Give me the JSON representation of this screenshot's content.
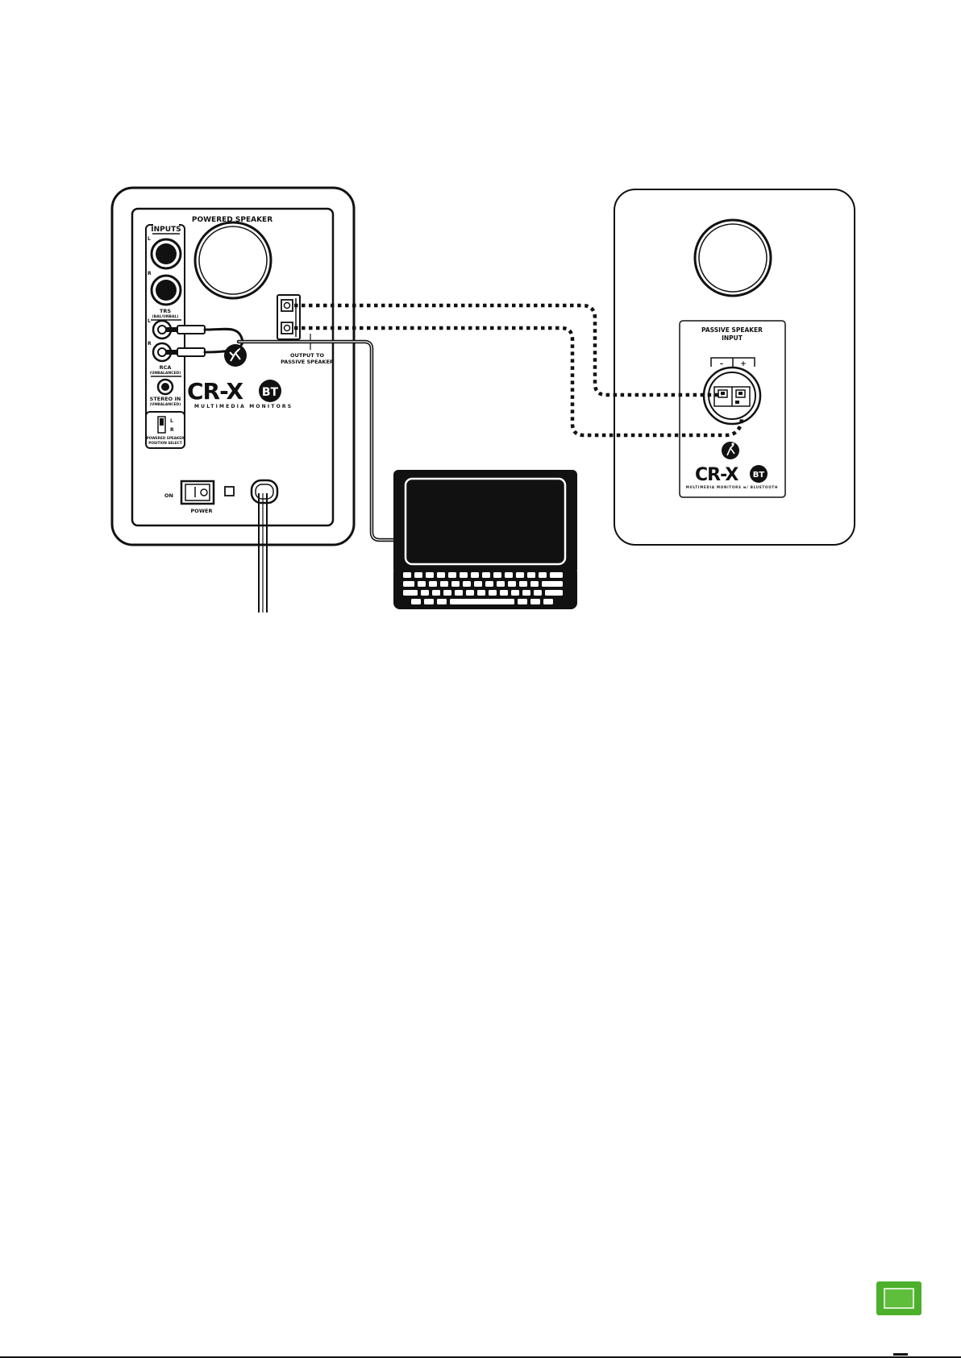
{
  "powered_speaker": {
    "title": "POWERED SPEAKER",
    "inputs_heading": "INPUTS",
    "channel_l": "L",
    "channel_r": "R",
    "trs_label": "TRS",
    "trs_sub": "(BAL/UNBAL)",
    "rca_label": "RCA",
    "rca_sub": "(UNBALANCED)",
    "stereo_label": "STEREO IN",
    "stereo_sub": "(UNBALANCED)",
    "select_line1": "POWERED SPEAKER",
    "select_line2": "POSITION SELECT",
    "output_line1": "OUTPUT TO",
    "output_line2": "PASSIVE SPEAKER",
    "brand": "CR-X",
    "brand_badge": "BT",
    "tagline": "MULTIMEDIA MONITORS",
    "on_label": "ON",
    "power_label": "POWER"
  },
  "passive_speaker": {
    "input_line1": "PASSIVE SPEAKER",
    "input_line2": "INPUT",
    "minus": "–",
    "plus": "+",
    "brand": "CR-X",
    "brand_badge": "BT",
    "tagline": "MULTIMEDIA MONITORS w/ BLUETOOTH"
  },
  "colors": {
    "ink": "#111111",
    "page_badge": "#4db02d"
  }
}
